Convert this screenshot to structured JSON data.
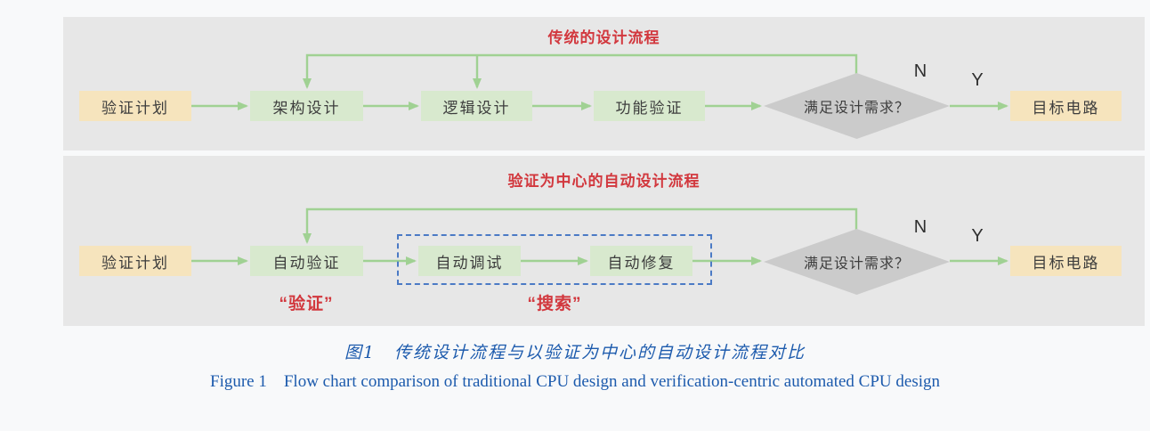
{
  "colors": {
    "page_bg": "#f8f9fa",
    "panel_bg": "#e7e7e7",
    "box_tan": "#f6e4bd",
    "box_green": "#d8e9ce",
    "diamond_gray": "#cbcbcb",
    "arrow_green": "#a0d193",
    "dashed_blue": "#4b7ac5",
    "accent_red": "#d2383e",
    "caption_blue": "#1d5bad",
    "node_text": "#3d3d3d"
  },
  "panel1": {
    "title": "传统的设计流程",
    "nodes": {
      "start": "验证计划",
      "step1": "架构设计",
      "step2": "逻辑设计",
      "step3": "功能验证",
      "decision": "满足设计需求？",
      "end": "目标电路"
    },
    "labels": {
      "no": "N",
      "yes": "Y"
    }
  },
  "panel2": {
    "title": "验证为中心的自动设计流程",
    "nodes": {
      "start": "验证计划",
      "step1": "自动验证",
      "step2": "自动调试",
      "step3": "自动修复",
      "decision": "满足设计需求？",
      "end": "目标电路"
    },
    "labels": {
      "no": "N",
      "yes": "Y",
      "verify": "“验证”",
      "search": "“搜索”"
    }
  },
  "caption": {
    "zh": "图1　传统设计流程与以验证为中心的自动设计流程对比",
    "en": "Figure 1　Flow chart comparison of traditional CPU design and verification-centric automated CPU design"
  }
}
